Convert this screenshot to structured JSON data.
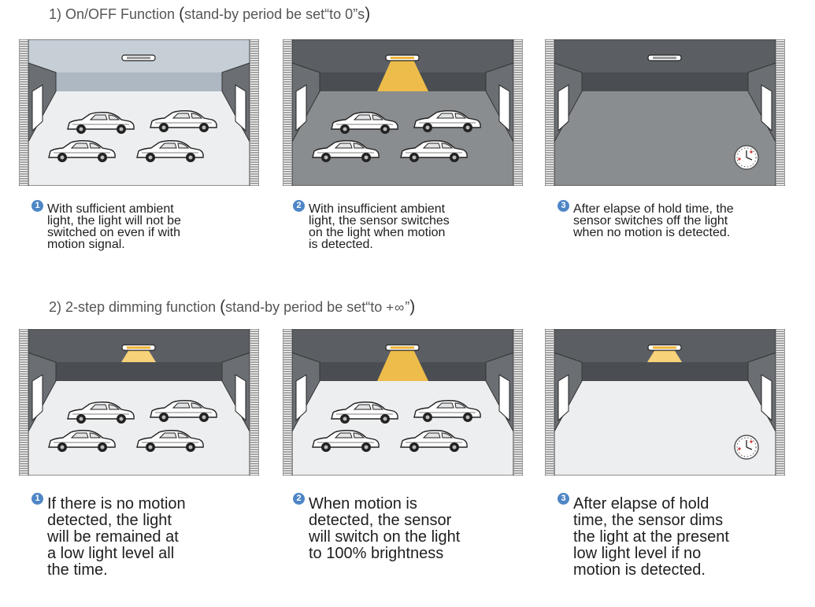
{
  "section1": {
    "heading_prefix": "1) On/OFF Function ",
    "heading_open": "(",
    "heading_mid": "stand-by period be set“to 0”s",
    "heading_close": ")",
    "scenes": [
      {
        "number": "1",
        "caption": "With sufficient ambient\nlight, the light will not be\nswitched on even if with\nmotion signal.",
        "light": "off",
        "room": "bright",
        "cars": true,
        "timer": false
      },
      {
        "number": "2",
        "caption": "With insufficient ambient\nlight, the sensor switches\non the light when motion\nis detected.",
        "light": "full",
        "room": "dark",
        "cars": true,
        "timer": false
      },
      {
        "number": "3",
        "caption": "After elapse of hold time, the\nsensor switches off the light\nwhen no motion is detected.",
        "light": "off",
        "room": "dark",
        "cars": false,
        "timer": true
      }
    ]
  },
  "section2": {
    "heading_prefix": "2) 2-step dimming function ",
    "heading_open": "(",
    "heading_mid": "stand-by period be set“to ",
    "heading_inf": "+∞",
    "heading_quote": "”",
    "heading_close": ")",
    "scenes": [
      {
        "number": "1",
        "caption": "If there is no motion\ndetected, the light\nwill be remained at\na low light level all\nthe time.",
        "light": "dim",
        "room": "bright",
        "cars": true,
        "timer": false
      },
      {
        "number": "2",
        "caption": "When motion is\ndetected, the sensor\nwill switch on the light\nto 100% brightness",
        "light": "full",
        "room": "bright",
        "cars": true,
        "timer": false
      },
      {
        "number": "3",
        "caption": "After elapse of hold\ntime, the sensor dims\nthe light at the present\nlow light level if no\nmotion is detected.",
        "light": "dim",
        "room": "bright",
        "cars": false,
        "timer": true
      }
    ]
  },
  "colors": {
    "ceiling_dark": "#5b5f64",
    "ceiling_light": "#c6ced6",
    "floor_light": "#eceeef",
    "floor_dark": "#8a8d90",
    "beam": "#f5c24a",
    "badge": "#4e86c6"
  }
}
